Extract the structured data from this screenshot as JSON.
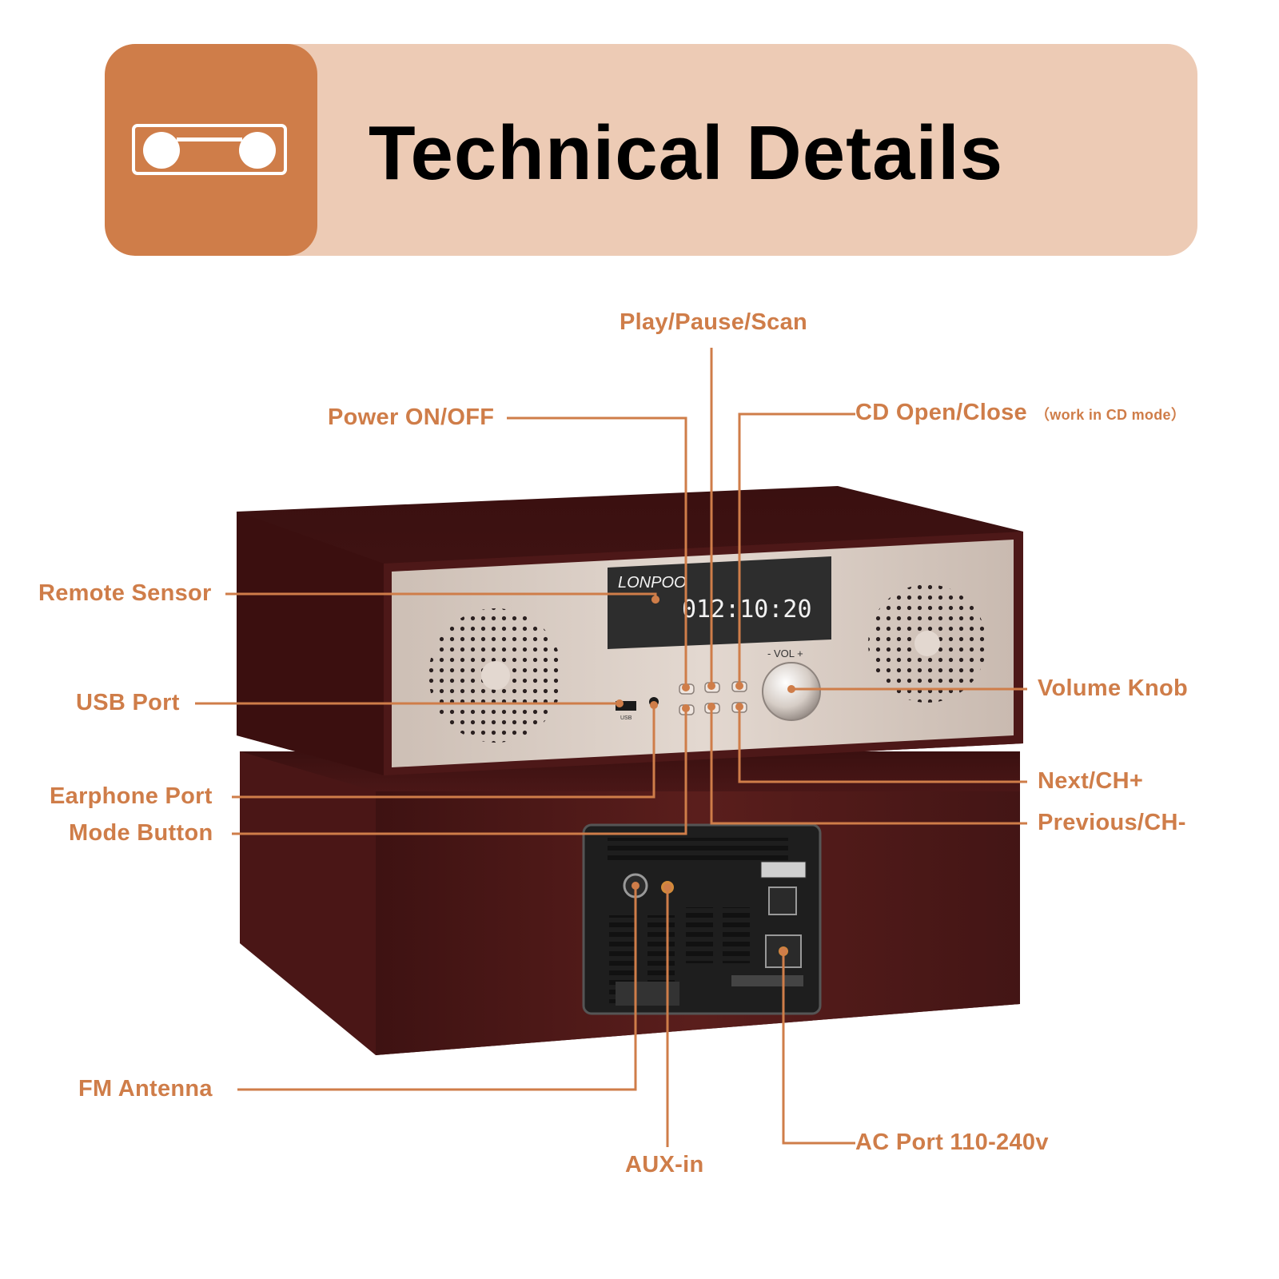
{
  "header": {
    "title": "Technical Details",
    "icon": "cassette-tape-icon",
    "accent_color": "#cf7d49",
    "banner_color": "#edcbb5"
  },
  "device": {
    "brand": "LONPOO",
    "display_time": "012:10:20",
    "vol_label": "- VOL +",
    "usb_label": "USB"
  },
  "callouts": {
    "play_pause": "Play/Pause/Scan",
    "power": "Power ON/OFF",
    "cd_open": "CD Open/Close",
    "cd_note": "（work in CD mode）",
    "remote_sensor": "Remote Sensor",
    "usb_port": "USB Port",
    "volume_knob": "Volume Knob",
    "earphone": "Earphone Port",
    "mode_button": "Mode Button",
    "next": "Next/CH+",
    "previous": "Previous/CH-",
    "fm_antenna": "FM Antenna",
    "aux_in": "AUX-in",
    "ac_port": "AC Port 110-240v"
  }
}
